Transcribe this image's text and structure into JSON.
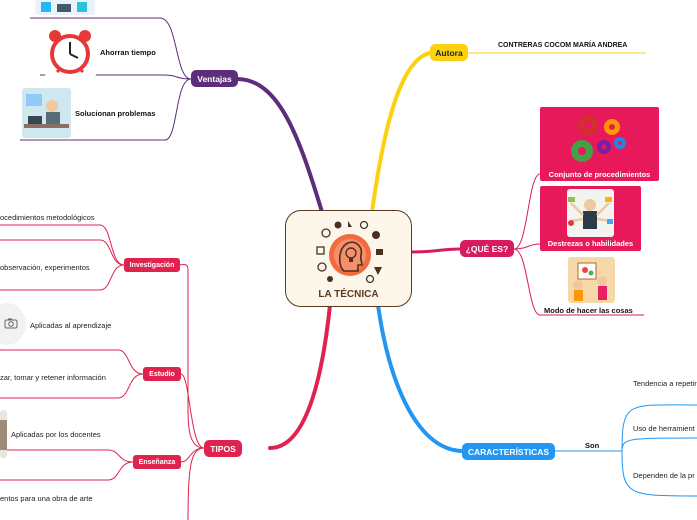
{
  "central": {
    "title": "LA TÉCNICA"
  },
  "colors": {
    "autora": "#fcd20f",
    "que_es": "#d81b60",
    "caracteristicas": "#2196f3",
    "tipos": "#e0234e",
    "ventajas": "#5c2d7a",
    "center_border": "#5a3a1e"
  },
  "autora": {
    "label": "Autora",
    "name": "CONTRERAS COCOM MARÍA ANDREA"
  },
  "que_es": {
    "label": "¿QUÉ ES?",
    "items": [
      {
        "label": "Conjunto de procedimientos",
        "icon": "gears-icon"
      },
      {
        "label": "Destrezas o habilidades",
        "icon": "multitasking-person-icon"
      },
      {
        "label": "Modo de hacer las cosas",
        "icon": "painting-children-icon"
      }
    ]
  },
  "caracteristicas": {
    "label": "CARACTERÍSTICAS",
    "connector": "Son",
    "items": [
      "Tendencia a repetir",
      "Uso de herramient",
      "Dependen de la pr"
    ]
  },
  "ventajas": {
    "label": "Ventajas",
    "items": [
      {
        "label": "Ahorran tiempo",
        "icon": "alarm-clock-icon"
      },
      {
        "label": "Solucionan problemas",
        "icon": "person-at-desk-icon"
      }
    ]
  },
  "tipos": {
    "label": "TIPOS",
    "groups": [
      {
        "label": "Investigación",
        "items": [
          "ocedimientos metodológicos",
          "observación, experimentos"
        ]
      },
      {
        "label": "Estudio",
        "items": [
          "Aplicadas al aprendizaje",
          "zar, tomar y retener información"
        ]
      },
      {
        "label": "Enseñanza",
        "items": [
          "Aplicadas por los docentes",
          "entos para una obra de arte"
        ]
      }
    ]
  }
}
